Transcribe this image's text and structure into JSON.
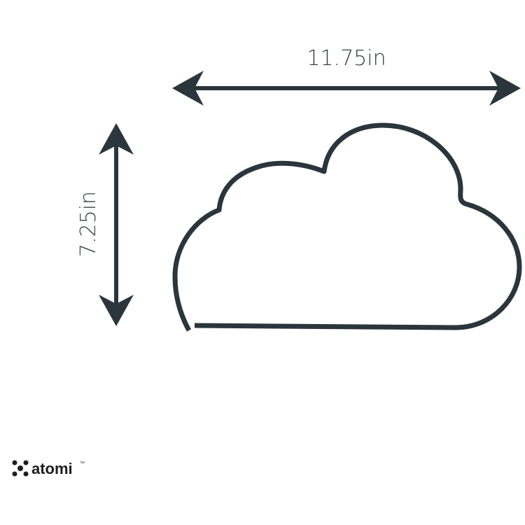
{
  "dimensions": {
    "width_label": "11.75in",
    "height_label": "7.25in"
  },
  "brand": {
    "name": "atomi",
    "trademark": "™",
    "icon": "atomi-logo-icon"
  },
  "colors": {
    "stroke": "#2b353c",
    "text": "#3a4046",
    "logo": "#1e1e1e"
  }
}
